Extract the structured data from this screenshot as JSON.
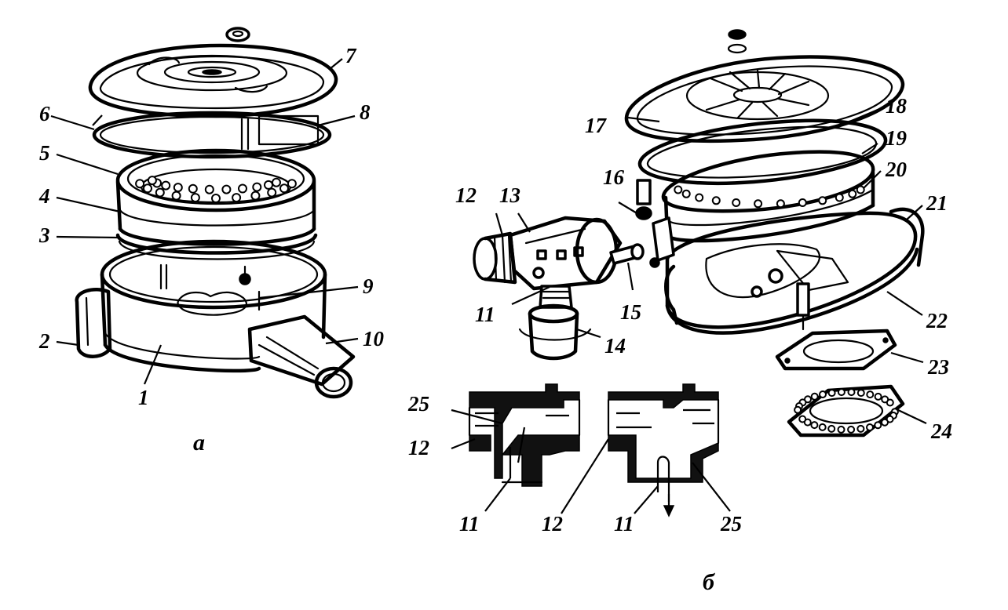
{
  "figure": {
    "captions": {
      "a": "а",
      "b": "б"
    },
    "part_labels": [
      "1",
      "2",
      "3",
      "4",
      "5",
      "6",
      "7",
      "8",
      "9",
      "10",
      "11",
      "12",
      "13",
      "14",
      "15",
      "16",
      "17",
      "18",
      "19",
      "20",
      "21",
      "22",
      "23",
      "24",
      "25"
    ],
    "section_labels": {
      "left_25": "25",
      "left_12": "12",
      "left_11": "11",
      "right_12": "12",
      "right_11": "11",
      "right_25": "25"
    }
  }
}
